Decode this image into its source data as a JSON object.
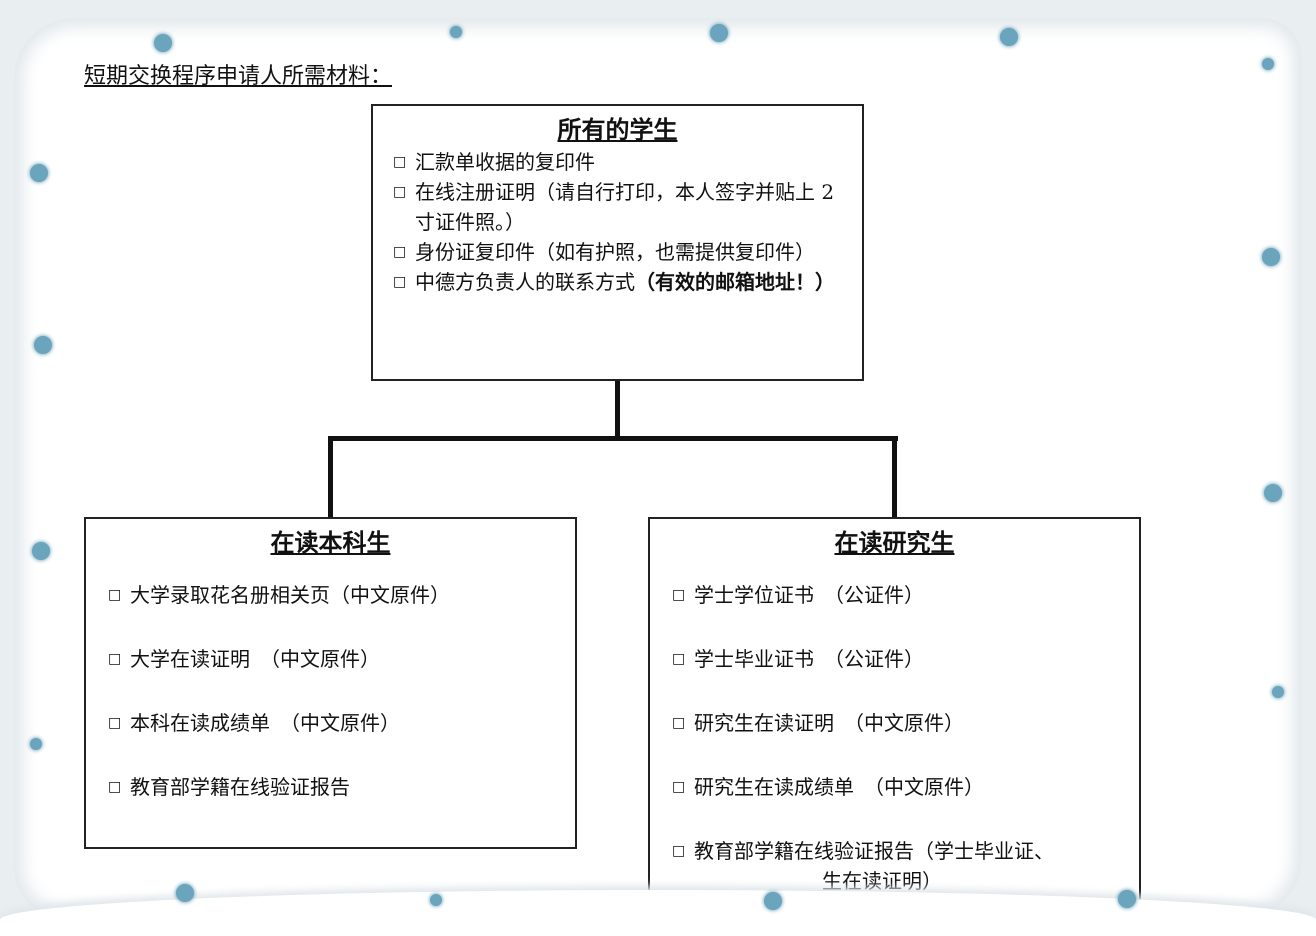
{
  "title": "短期交换程序申请人所需材料：",
  "top_box": {
    "heading": "所有的学生",
    "items": [
      {
        "text": "汇款单收据的复印件"
      },
      {
        "text": "在线注册证明（请自行打印，本人签字并贴上 2 寸证件照。）"
      },
      {
        "text": "身份证复印件（如有护照，也需提供复印件）"
      },
      {
        "text": "中德方负责人的联系方式",
        "bold": "（有效的邮箱地址！）"
      }
    ]
  },
  "left_box": {
    "heading": "在读本科生",
    "items": [
      "大学录取花名册相关页（中文原件）",
      "大学在读证明　（中文原件）",
      "本科在读成绩单　（中文原件）",
      "教育部学籍在线验证报告"
    ]
  },
  "right_box": {
    "heading": "在读研究生",
    "items": [
      "学士学位证书　（公证件）",
      "学士毕业证书　（公证件）",
      "研究生在读证明　（中文原件）",
      "研究生在读成绩单　（中文原件）",
      "教育部学籍在线验证报告（学士毕业证、",
      "生在读证明）"
    ]
  },
  "checkbox_icon": "□"
}
